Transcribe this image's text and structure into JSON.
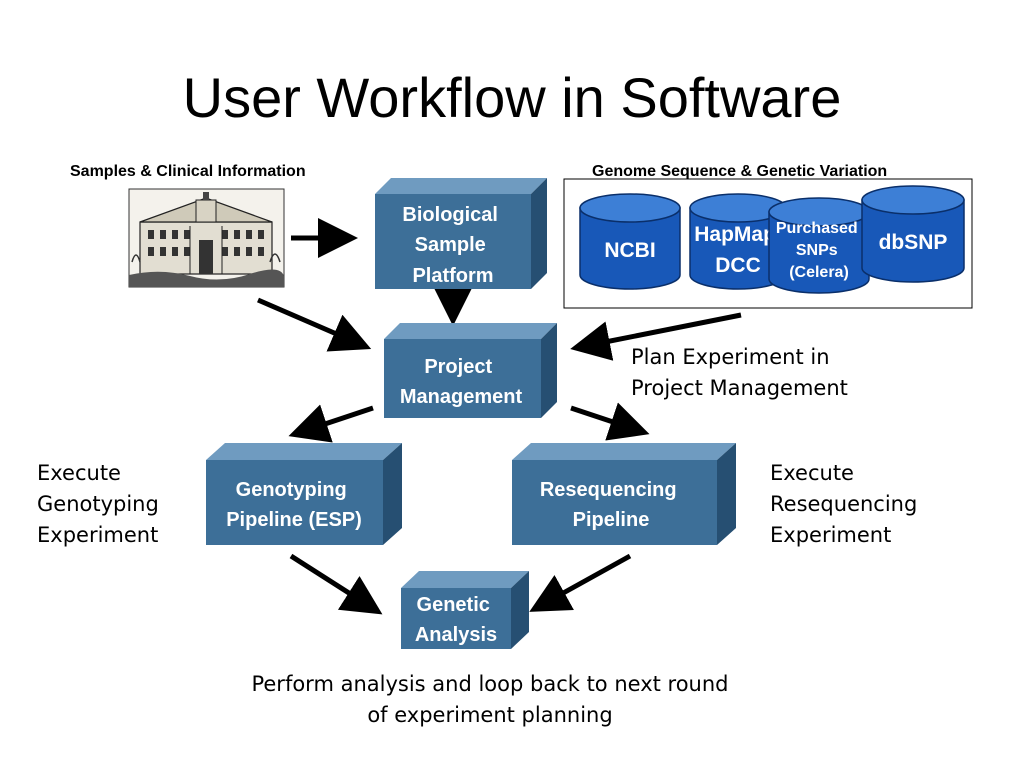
{
  "title": "User Workflow in Software",
  "labels": {
    "samples": "Samples & Clinical Information",
    "genome": "Genome Sequence & Genetic Variation"
  },
  "boxes": {
    "biological_sample": [
      "Biological",
      "Sample",
      "Platform"
    ],
    "project_management": [
      "Project",
      "Management"
    ],
    "genotyping": [
      "Genotyping",
      "Pipeline (ESP)"
    ],
    "resequencing": [
      "Resequencing",
      "Pipeline"
    ],
    "genetic_analysis": [
      "Genetic",
      "Analysis"
    ]
  },
  "databases": {
    "ncbi": [
      "NCBI"
    ],
    "hapmap": [
      "HapMap",
      "DCC"
    ],
    "purchased": [
      "Purchased",
      "SNPs",
      "(Celera)"
    ],
    "dbsnp": [
      "dbSNP"
    ]
  },
  "notes": {
    "plan": "Plan Experiment in\nProject Management",
    "genotyping": "Execute\nGenotyping\nExperiment",
    "resequencing": "Execute\nResequencing\nExperiment",
    "analysis": "Perform analysis and loop back to next round\nof experiment planning"
  },
  "colors": {
    "box_front": "#3d6f98",
    "box_top": "#6f9bc0",
    "box_side": "#264f72",
    "db_body": "#1858b8",
    "db_top": "#3d7fd6",
    "arrow": "#000000"
  }
}
